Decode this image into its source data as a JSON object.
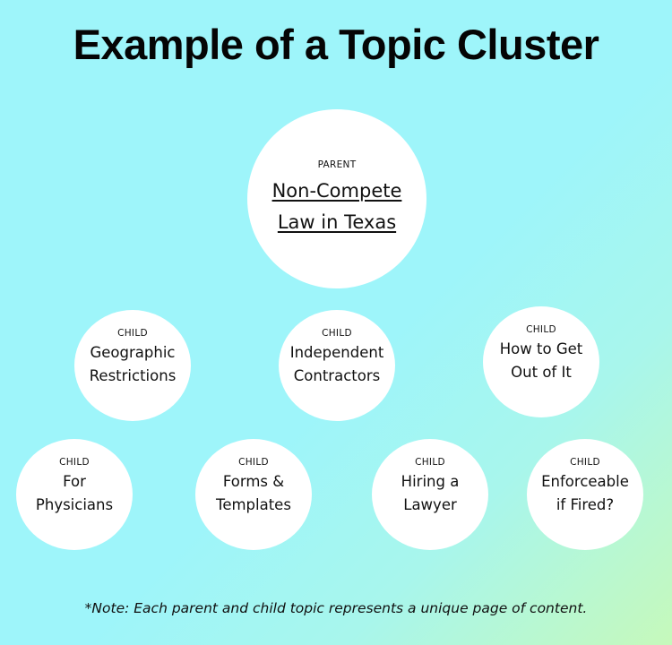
{
  "title": "Example of a Topic Cluster",
  "parent": {
    "tag": "PARENT",
    "label": "Non-Compete\nLaw in Texas"
  },
  "children": [
    {
      "tag": "CHILD",
      "label": "Geographic\nRestrictions"
    },
    {
      "tag": "CHILD",
      "label": "Independent\nContractors"
    },
    {
      "tag": "CHILD",
      "label": "How to Get\nOut of It"
    },
    {
      "tag": "CHILD",
      "label": "For\nPhysicians"
    },
    {
      "tag": "CHILD",
      "label": "Forms &\nTemplates"
    },
    {
      "tag": "CHILD",
      "label": "Hiring a\nLawyer"
    },
    {
      "tag": "CHILD",
      "label": "Enforceable\nif Fired?"
    }
  ],
  "note": "*Note: Each parent and child topic represents a unique page of content."
}
